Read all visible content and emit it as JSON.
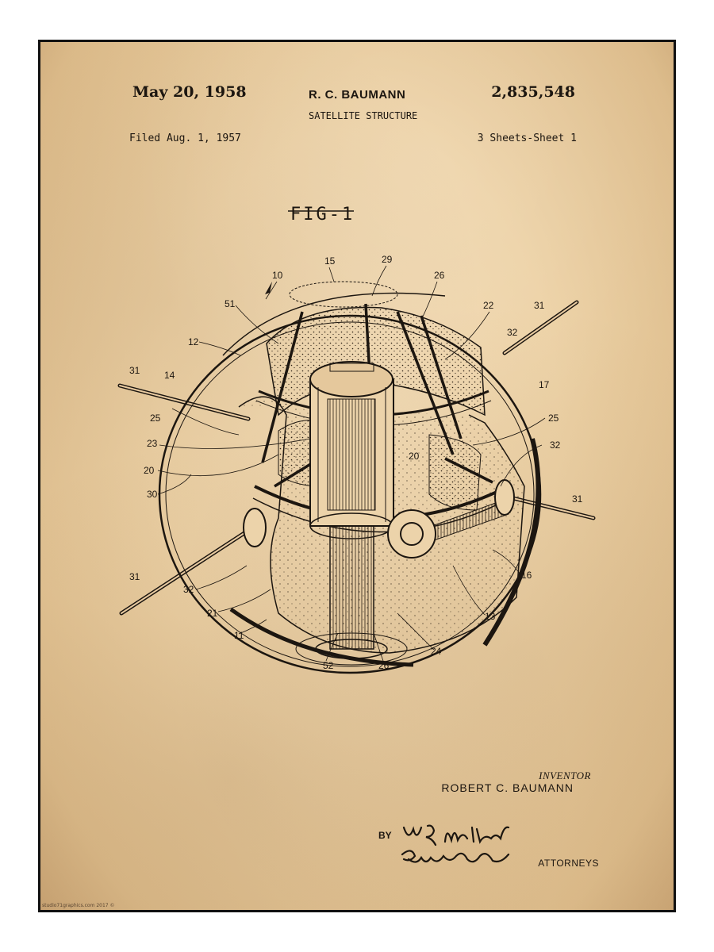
{
  "header": {
    "date": "May 20, 1958",
    "inventor": "R. C. BAUMANN",
    "patent_number": "2,835,548",
    "title": "SATELLITE STRUCTURE",
    "filed": "Filed Aug. 1, 1957",
    "sheets": "3 Sheets-Sheet 1"
  },
  "figure": {
    "label": "FIG-1",
    "reference_numerals": [
      "10",
      "15",
      "29",
      "26",
      "22",
      "31",
      "51",
      "12",
      "32",
      "14",
      "31",
      "17",
      "25",
      "25",
      "23",
      "20",
      "32",
      "20",
      "30",
      "31",
      "31",
      "16",
      "32",
      "21",
      "13",
      "11",
      "24",
      "52",
      "26"
    ]
  },
  "footer": {
    "inventor_label": "INVENTOR",
    "inventor_name": "ROBERT C. BAUMANN",
    "by_label": "BY",
    "attorneys_label": "ATTORNEYS",
    "signature_1": "W R Mattye",
    "signature_2": "Richard Reed",
    "credit": "studio71graphics.com 2017 ©"
  },
  "colors": {
    "paper": "#edd2a6",
    "ink": "#1c1610",
    "border": "#111111"
  }
}
